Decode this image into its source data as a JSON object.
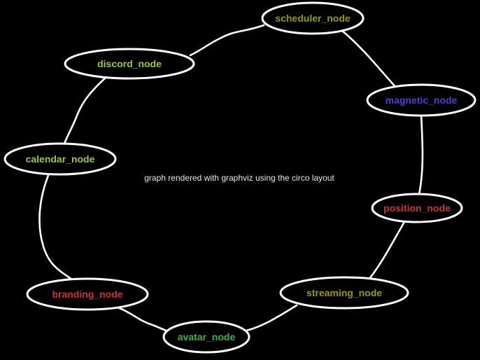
{
  "diagram": {
    "background": "#000000",
    "edge_color": "#ffffff",
    "node_border_color": "#ffffff",
    "center_label": {
      "text": "graph rendered with graphviz using the circo layout",
      "color": "#e8e8e8"
    },
    "nodes": [
      {
        "id": "scheduler",
        "label": "scheduler_node",
        "color": "#999900"
      },
      {
        "id": "discord",
        "label": "discord_node",
        "color": "#9acd32"
      },
      {
        "id": "magnetic",
        "label": "magnetic_node",
        "color": "#4444dd"
      },
      {
        "id": "calendar",
        "label": "calendar_node",
        "color": "#9acd32"
      },
      {
        "id": "position",
        "label": "position_node",
        "color": "#cc3333"
      },
      {
        "id": "branding",
        "label": "branding_node",
        "color": "#cc3333"
      },
      {
        "id": "streaming",
        "label": "streaming_node",
        "color": "#999900"
      },
      {
        "id": "avatar",
        "label": "avatar_node",
        "color": "#33bb33"
      }
    ],
    "edges": [
      {
        "from": "scheduler",
        "to": "discord"
      },
      {
        "from": "discord",
        "to": "calendar"
      },
      {
        "from": "calendar",
        "to": "branding"
      },
      {
        "from": "branding",
        "to": "avatar"
      },
      {
        "from": "avatar",
        "to": "streaming"
      },
      {
        "from": "streaming",
        "to": "position"
      },
      {
        "from": "position",
        "to": "magnetic"
      },
      {
        "from": "magnetic",
        "to": "scheduler"
      }
    ]
  }
}
